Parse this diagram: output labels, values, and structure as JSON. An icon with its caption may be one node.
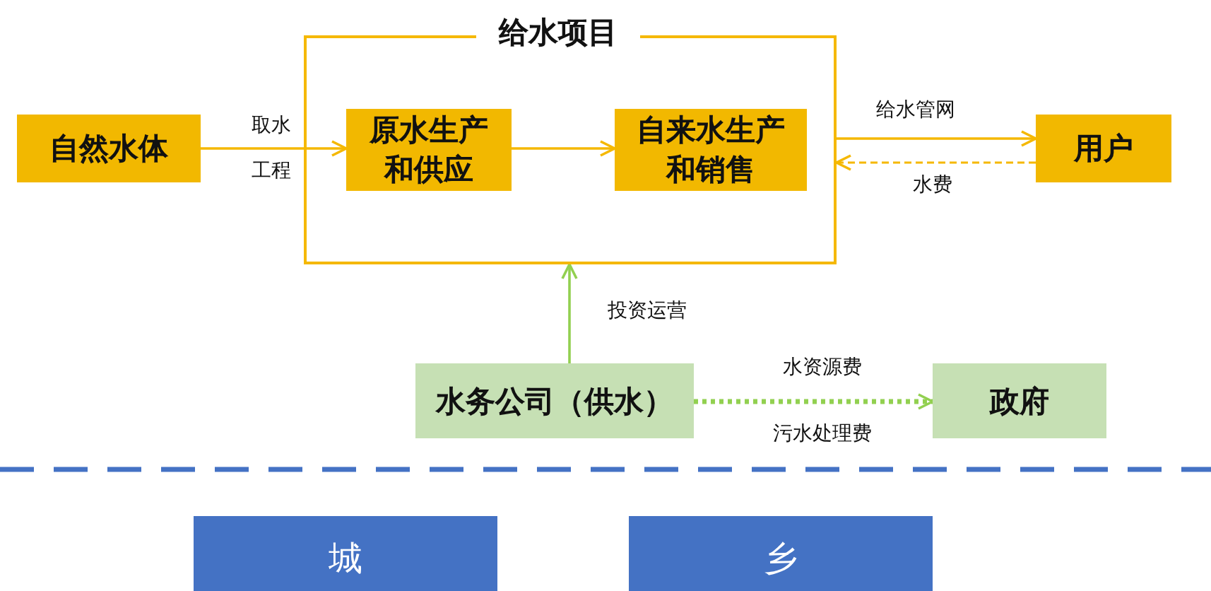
{
  "diagram": {
    "nodes": [
      {
        "text": [
          "给水项目"
        ]
      },
      {
        "text": [
          "自然水体"
        ]
      },
      {
        "text": [
          "原水生产和供应"
        ],
        "in": 0
      },
      {
        "text": [
          "自来水生产和销售"
        ],
        "in": 0
      },
      {
        "text": [
          "用户"
        ]
      },
      {
        "text": [
          "水务公司（供水）"
        ]
      },
      {
        "text": [
          "政府"
        ]
      },
      {
        "text": [
          "城"
        ]
      },
      {
        "text": [
          "乡"
        ]
      }
    ],
    "edges": [
      {
        "from": 1,
        "to": 2,
        "arrow": "to",
        "label": "取水工程"
      },
      {
        "from": 2,
        "to": 3,
        "arrow": "to"
      },
      {
        "from": 0,
        "to": 4,
        "arrow": "to",
        "label": "给水管网"
      },
      {
        "from": 4,
        "to": 0,
        "arrow": "to",
        "label": "水费",
        "style": "dashed"
      },
      {
        "from": 5,
        "to": 0,
        "arrow": "to",
        "label": "投资运营",
        "color": "#92d050"
      },
      {
        "from": 5,
        "to": 6,
        "arrow": "to",
        "label": "水资源费",
        "style": "dashed",
        "color": "#92d050"
      }
    ],
    "labels": [
      "污水处理费"
    ]
  }
}
